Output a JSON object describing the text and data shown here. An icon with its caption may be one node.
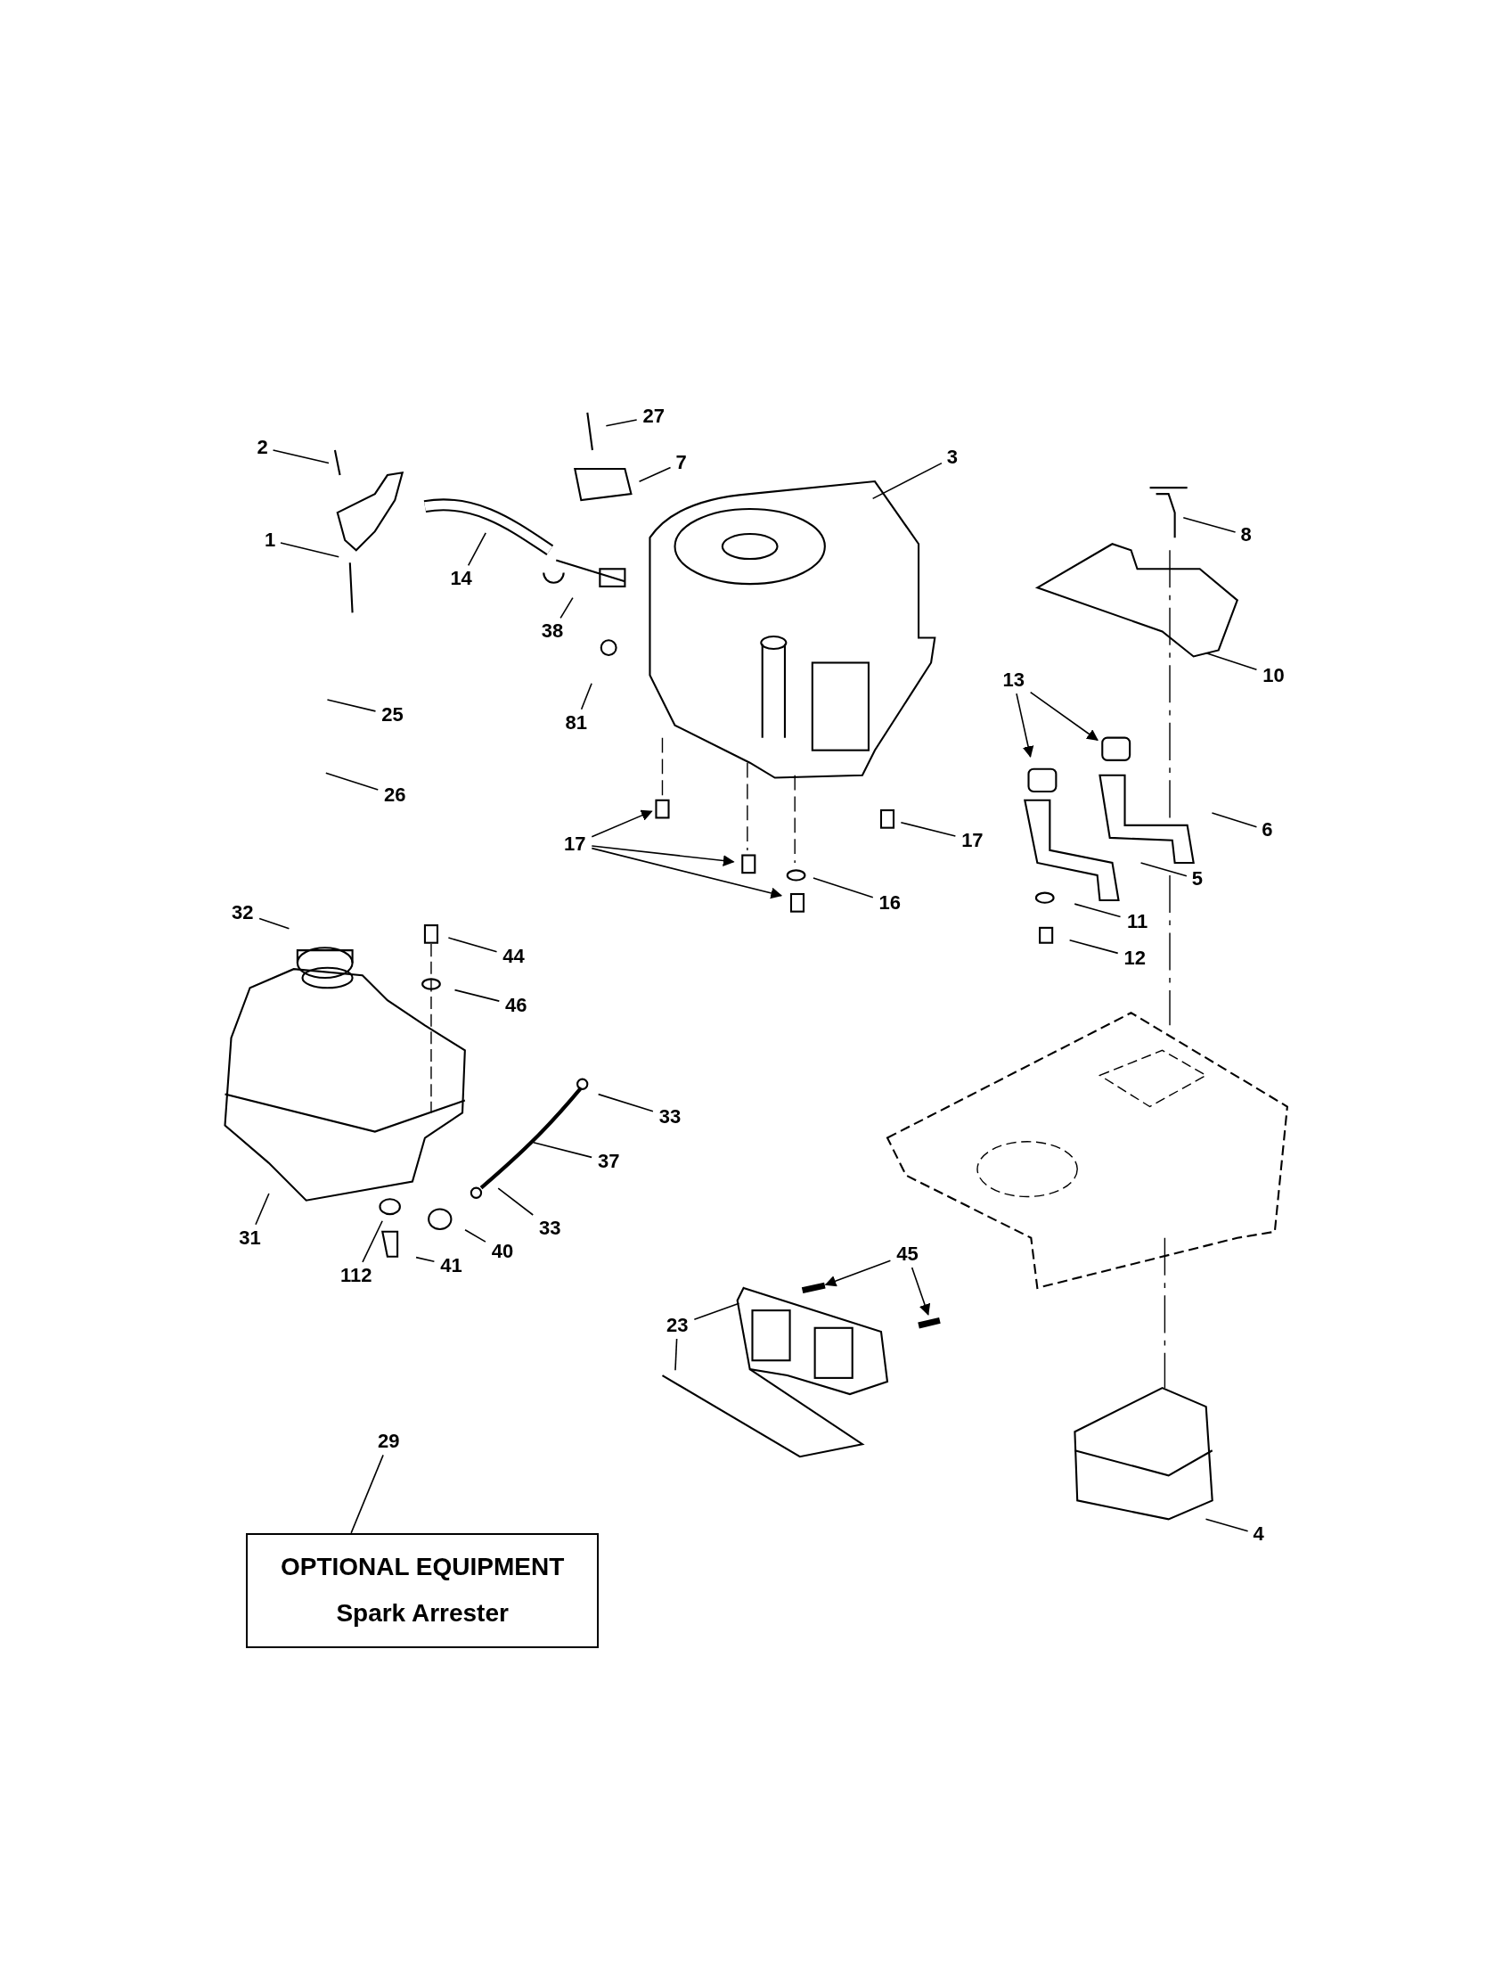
{
  "diagram": {
    "nodes": [
      {
        "text": [
          "2"
        ]
      },
      {
        "text": [
          "27"
        ]
      },
      {
        "text": [
          "7"
        ]
      },
      {
        "text": [
          "3"
        ]
      },
      {
        "text": [
          "1"
        ]
      },
      {
        "text": [
          "8"
        ]
      },
      {
        "text": [
          "14"
        ]
      },
      {
        "text": [
          "38"
        ]
      },
      {
        "text": [
          "10"
        ]
      },
      {
        "text": [
          "13"
        ]
      },
      {
        "text": [
          "25"
        ]
      },
      {
        "text": [
          "81"
        ]
      },
      {
        "text": [
          "26"
        ]
      },
      {
        "text": [
          "6"
        ]
      },
      {
        "text": [
          "17"
        ]
      },
      {
        "text": [
          "17"
        ]
      },
      {
        "text": [
          "5"
        ]
      },
      {
        "text": [
          "16"
        ]
      },
      {
        "text": [
          "32"
        ]
      },
      {
        "text": [
          "11"
        ]
      },
      {
        "text": [
          "44"
        ]
      },
      {
        "text": [
          "12"
        ]
      },
      {
        "text": [
          "46"
        ]
      },
      {
        "text": [
          "33"
        ]
      },
      {
        "text": [
          "37"
        ]
      },
      {
        "text": [
          "33"
        ]
      },
      {
        "text": [
          "31"
        ]
      },
      {
        "text": [
          "40"
        ]
      },
      {
        "text": [
          "45"
        ]
      },
      {
        "text": [
          "41"
        ]
      },
      {
        "text": [
          "112"
        ]
      },
      {
        "text": [
          "23"
        ]
      },
      {
        "text": [
          "29"
        ]
      },
      {
        "text": [
          "OPTIONAL EQUIPMENT",
          "Spark Arrester"
        ]
      },
      {
        "text": [
          "4"
        ]
      }
    ],
    "edges": [
      {
        "from": 0,
        "to": null,
        "arrow": "none"
      },
      {
        "from": 1,
        "to": null,
        "arrow": "none"
      },
      {
        "from": 2,
        "to": null,
        "arrow": "none"
      },
      {
        "from": 3,
        "to": null,
        "arrow": "none"
      },
      {
        "from": 4,
        "to": null,
        "arrow": "none"
      },
      {
        "from": 5,
        "to": null,
        "arrow": "none"
      },
      {
        "from": 6,
        "to": null,
        "arrow": "none"
      },
      {
        "from": 7,
        "to": null,
        "arrow": "none"
      },
      {
        "from": 8,
        "to": null,
        "arrow": "none"
      },
      {
        "from": 9,
        "to": null,
        "arrow": "to"
      },
      {
        "from": 9,
        "to": null,
        "arrow": "to"
      },
      {
        "from": 10,
        "to": null,
        "arrow": "none"
      },
      {
        "from": 11,
        "to": null,
        "arrow": "none"
      },
      {
        "from": 12,
        "to": null,
        "arrow": "none"
      },
      {
        "from": 13,
        "to": null,
        "arrow": "none"
      },
      {
        "from": 14,
        "to": null,
        "arrow": "to"
      },
      {
        "from": 14,
        "to": null,
        "arrow": "to"
      },
      {
        "from": 14,
        "to": null,
        "arrow": "to"
      },
      {
        "from": 15,
        "to": null,
        "arrow": "none"
      },
      {
        "from": 16,
        "to": null,
        "arrow": "none"
      },
      {
        "from": 17,
        "to": null,
        "arrow": "none"
      },
      {
        "from": 18,
        "to": null,
        "arrow": "none"
      },
      {
        "from": 19,
        "to": null,
        "arrow": "none"
      },
      {
        "from": 20,
        "to": null,
        "arrow": "none"
      },
      {
        "from": 21,
        "to": null,
        "arrow": "none"
      },
      {
        "from": 22,
        "to": null,
        "arrow": "none"
      },
      {
        "from": 23,
        "to": null,
        "arrow": "none"
      },
      {
        "from": 24,
        "to": null,
        "arrow": "none"
      },
      {
        "from": 25,
        "to": null,
        "arrow": "none"
      },
      {
        "from": 26,
        "to": null,
        "arrow": "none"
      },
      {
        "from": 27,
        "to": null,
        "arrow": "none"
      },
      {
        "from": 28,
        "to": null,
        "arrow": "to"
      },
      {
        "from": 28,
        "to": null,
        "arrow": "to"
      },
      {
        "from": 29,
        "to": null,
        "arrow": "none"
      },
      {
        "from": 30,
        "to": null,
        "arrow": "none"
      },
      {
        "from": 31,
        "to": null,
        "arrow": "none"
      },
      {
        "from": 31,
        "to": null,
        "arrow": "none"
      },
      {
        "from": 32,
        "to": 33,
        "arrow": "none"
      },
      {
        "from": 34,
        "to": null,
        "arrow": "none"
      }
    ]
  }
}
